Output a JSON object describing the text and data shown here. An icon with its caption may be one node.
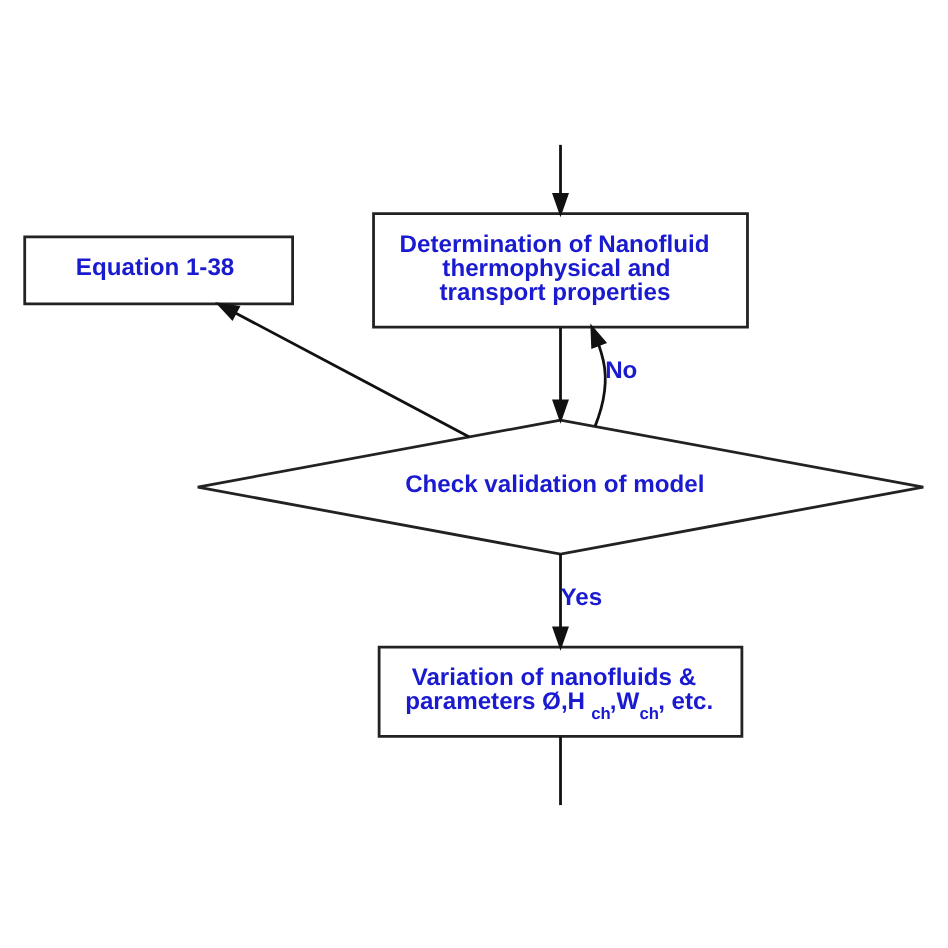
{
  "diagram": {
    "nodes": [
      {
        "text": [
          "Determination of Nanofluid thermophysical and transport properties"
        ]
      },
      {
        "text": [
          "Equation 1-38"
        ]
      },
      {
        "text": [
          "Check validation of model"
        ]
      },
      {
        "text": [
          "Variation of nanofluids & parameters Ø,H$_{ch}$,W$_{ch}$, etc."
        ]
      }
    ],
    "edges": [
      {
        "from": null,
        "to": 0,
        "arrow": "to"
      },
      {
        "from": 0,
        "to": 2,
        "arrow": "to"
      },
      {
        "from": 2,
        "to": 0,
        "arrow": "to",
        "label": "No"
      },
      {
        "from": 2,
        "to": 1,
        "arrow": "to"
      },
      {
        "from": 2,
        "to": 3,
        "arrow": "to",
        "label": "Yes"
      },
      {
        "from": 3,
        "to": null,
        "arrow": "none"
      }
    ]
  }
}
